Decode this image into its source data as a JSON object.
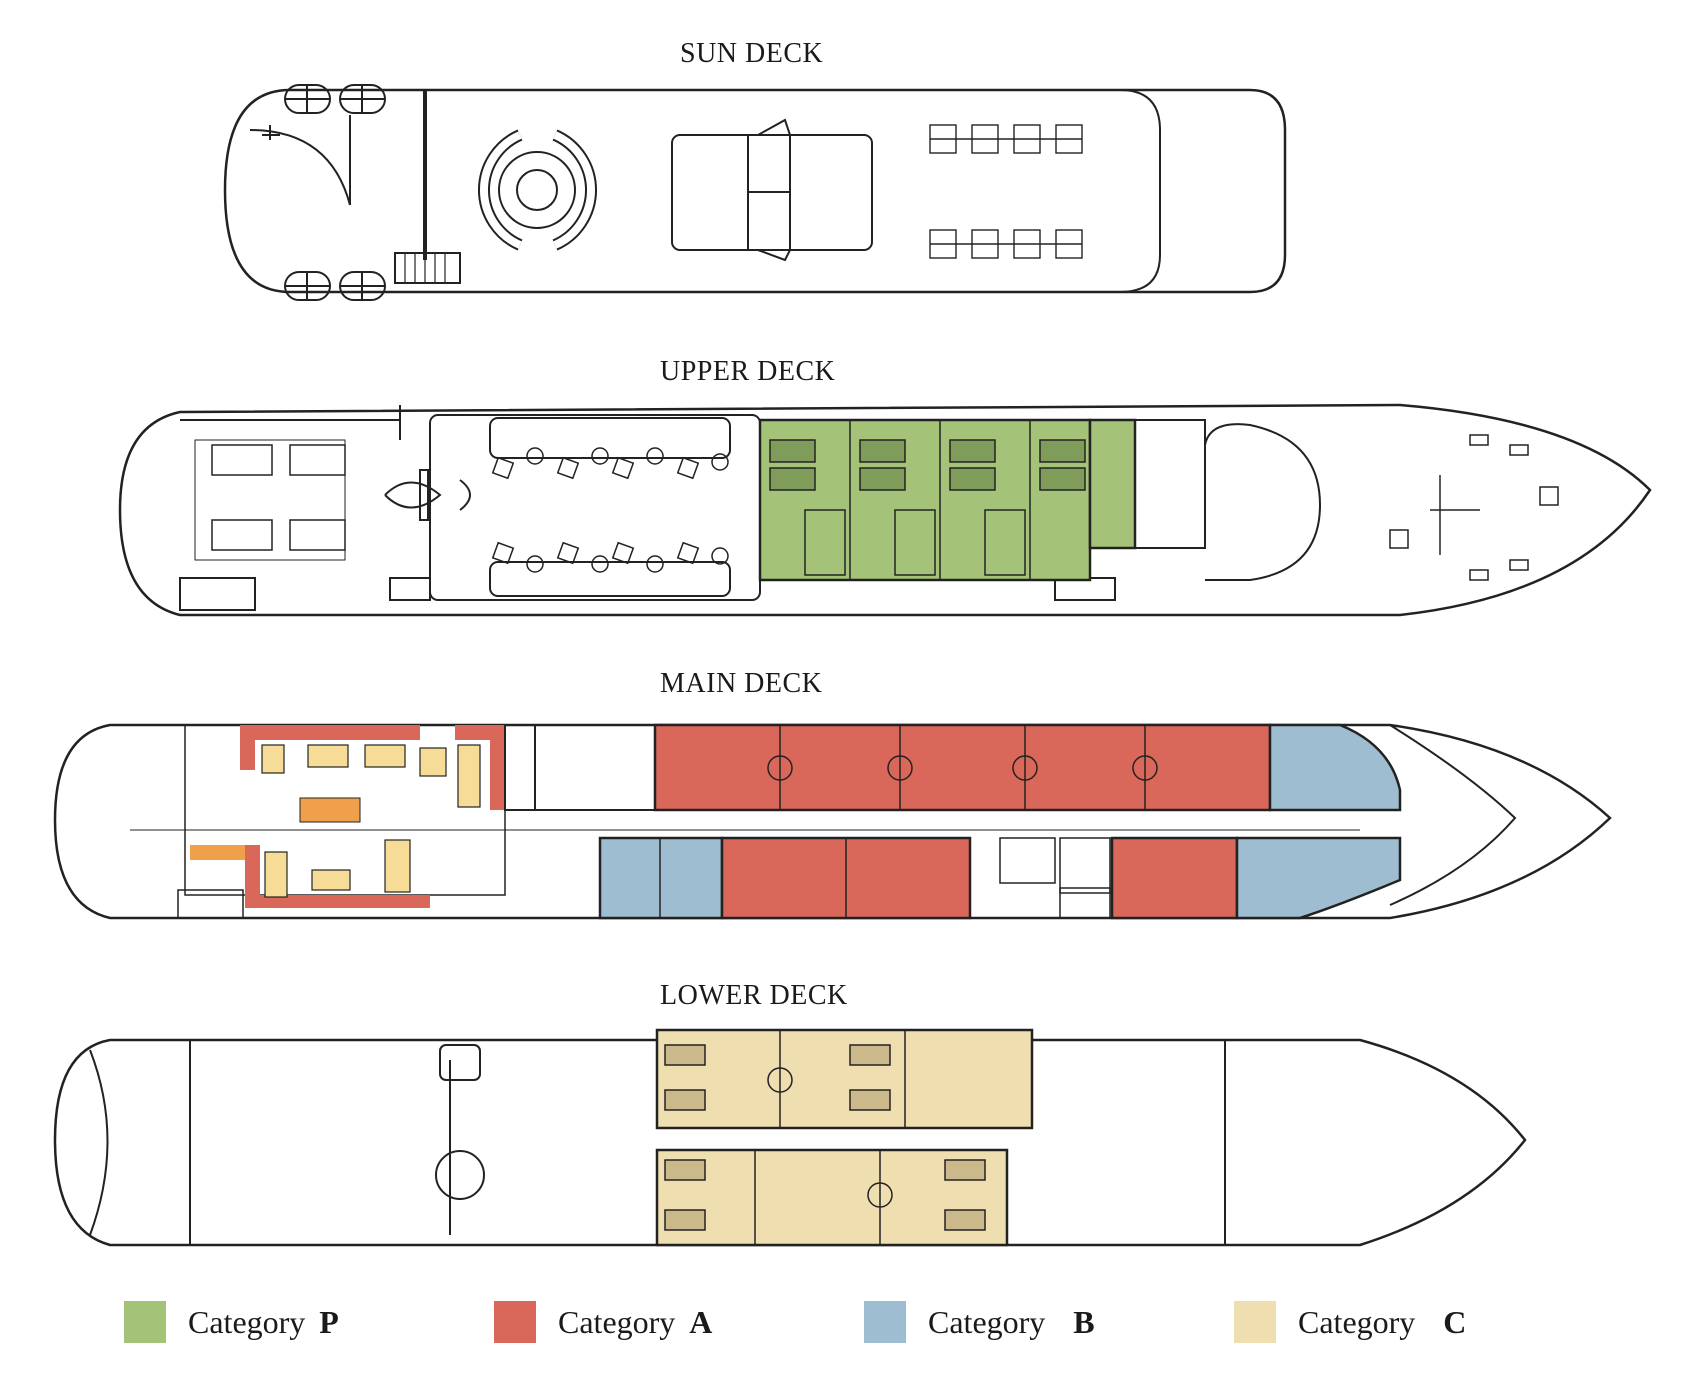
{
  "decks": {
    "sun": "SUN DECK",
    "upper": "UPPER DECK",
    "main": "MAIN DECK",
    "lower": "LOWER DECK"
  },
  "legend": [
    {
      "label": "Category",
      "code": "P",
      "color": "#a4c378"
    },
    {
      "label": "Category",
      "code": "A",
      "color": "#d9685a"
    },
    {
      "label": "Category",
      "code": "B",
      "color": "#9fbdd0"
    },
    {
      "label": "Category",
      "code": "C",
      "color": "#eedeb0"
    }
  ],
  "colors": {
    "category_p": "#a4c378",
    "category_a": "#d9685a",
    "category_b": "#9fbdd0",
    "category_c": "#eedeb0",
    "furniture": "#f6dc97",
    "accent_orange": "#f0a04b",
    "outline": "#222222"
  }
}
